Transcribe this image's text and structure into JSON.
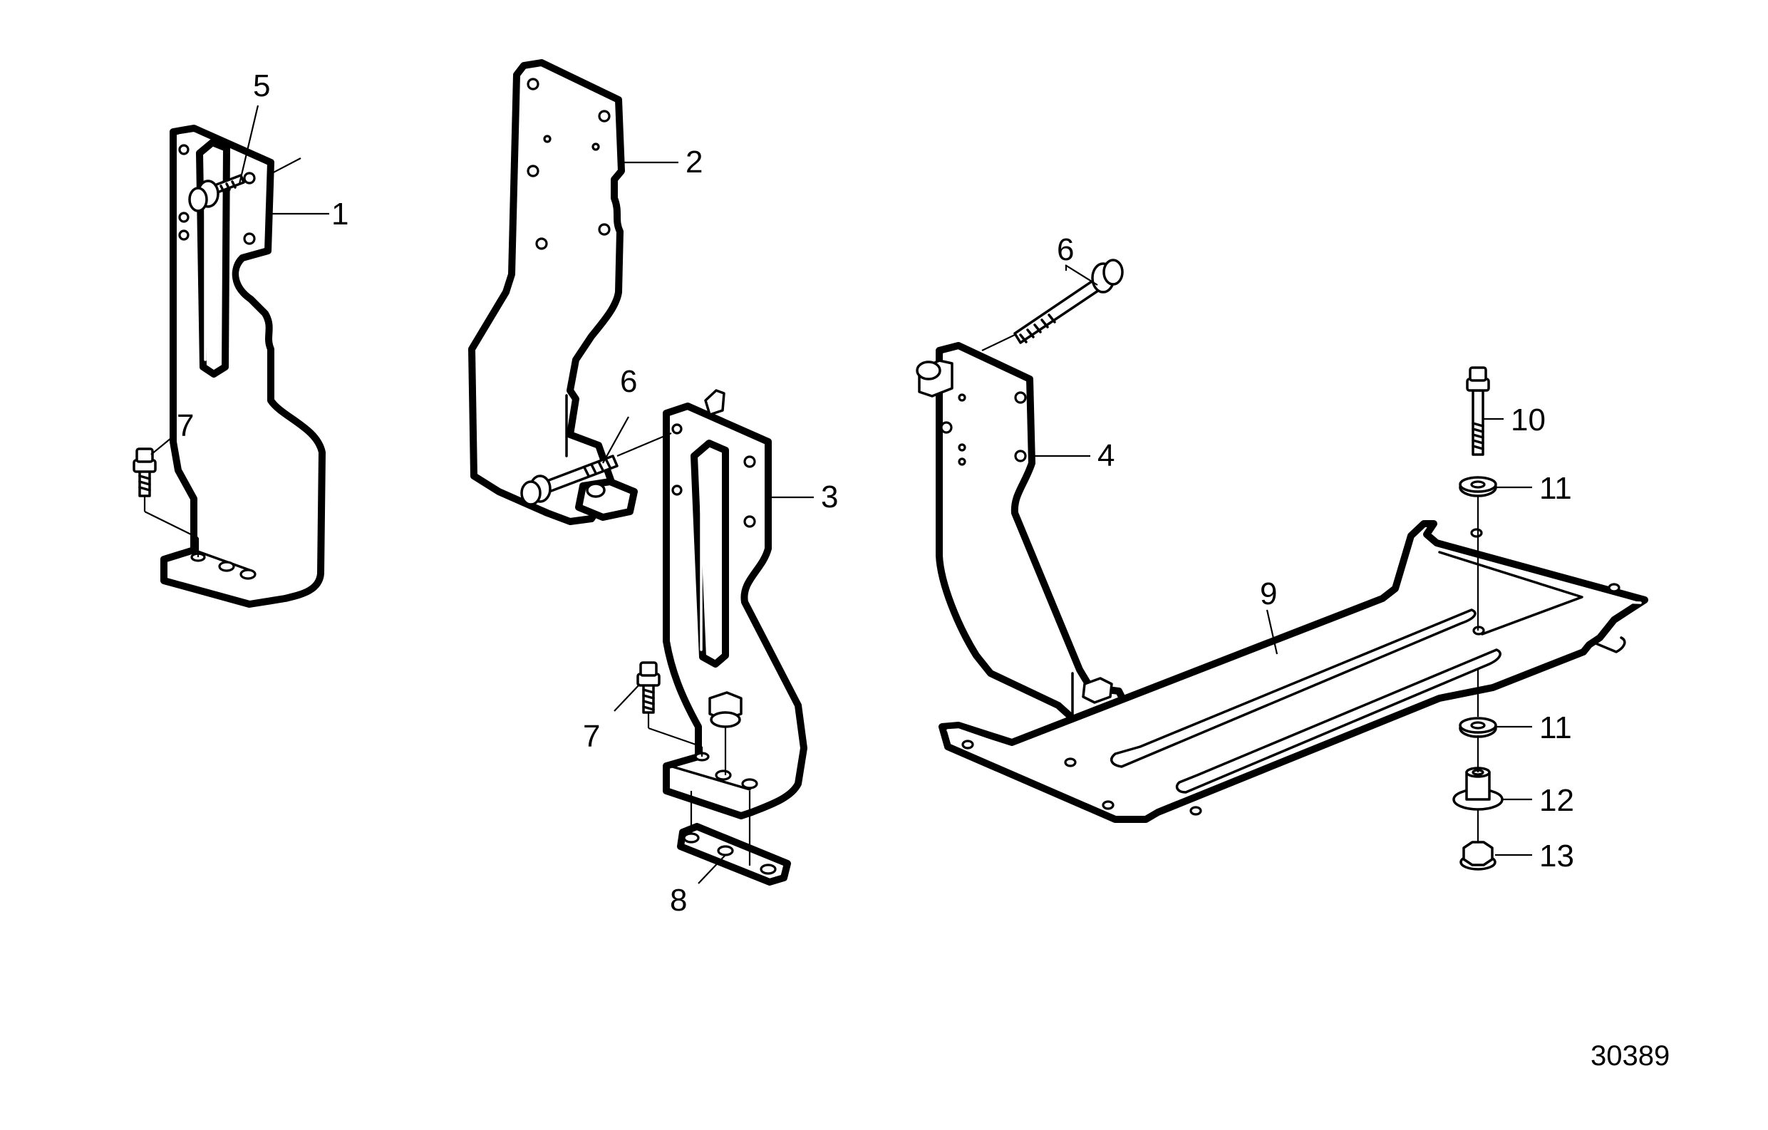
{
  "callouts": {
    "c1": "1",
    "c2": "2",
    "c3": "3",
    "c4": "4",
    "c5": "5",
    "c6a": "6",
    "c6b": "6",
    "c7a": "7",
    "c7b": "7",
    "c8": "8",
    "c9": "9",
    "c10": "10",
    "c11a": "11",
    "c11b": "11",
    "c12": "12",
    "c13": "13"
  },
  "drawing_number": "30389",
  "colors": {
    "line": "#000000",
    "background": "#ffffff"
  }
}
